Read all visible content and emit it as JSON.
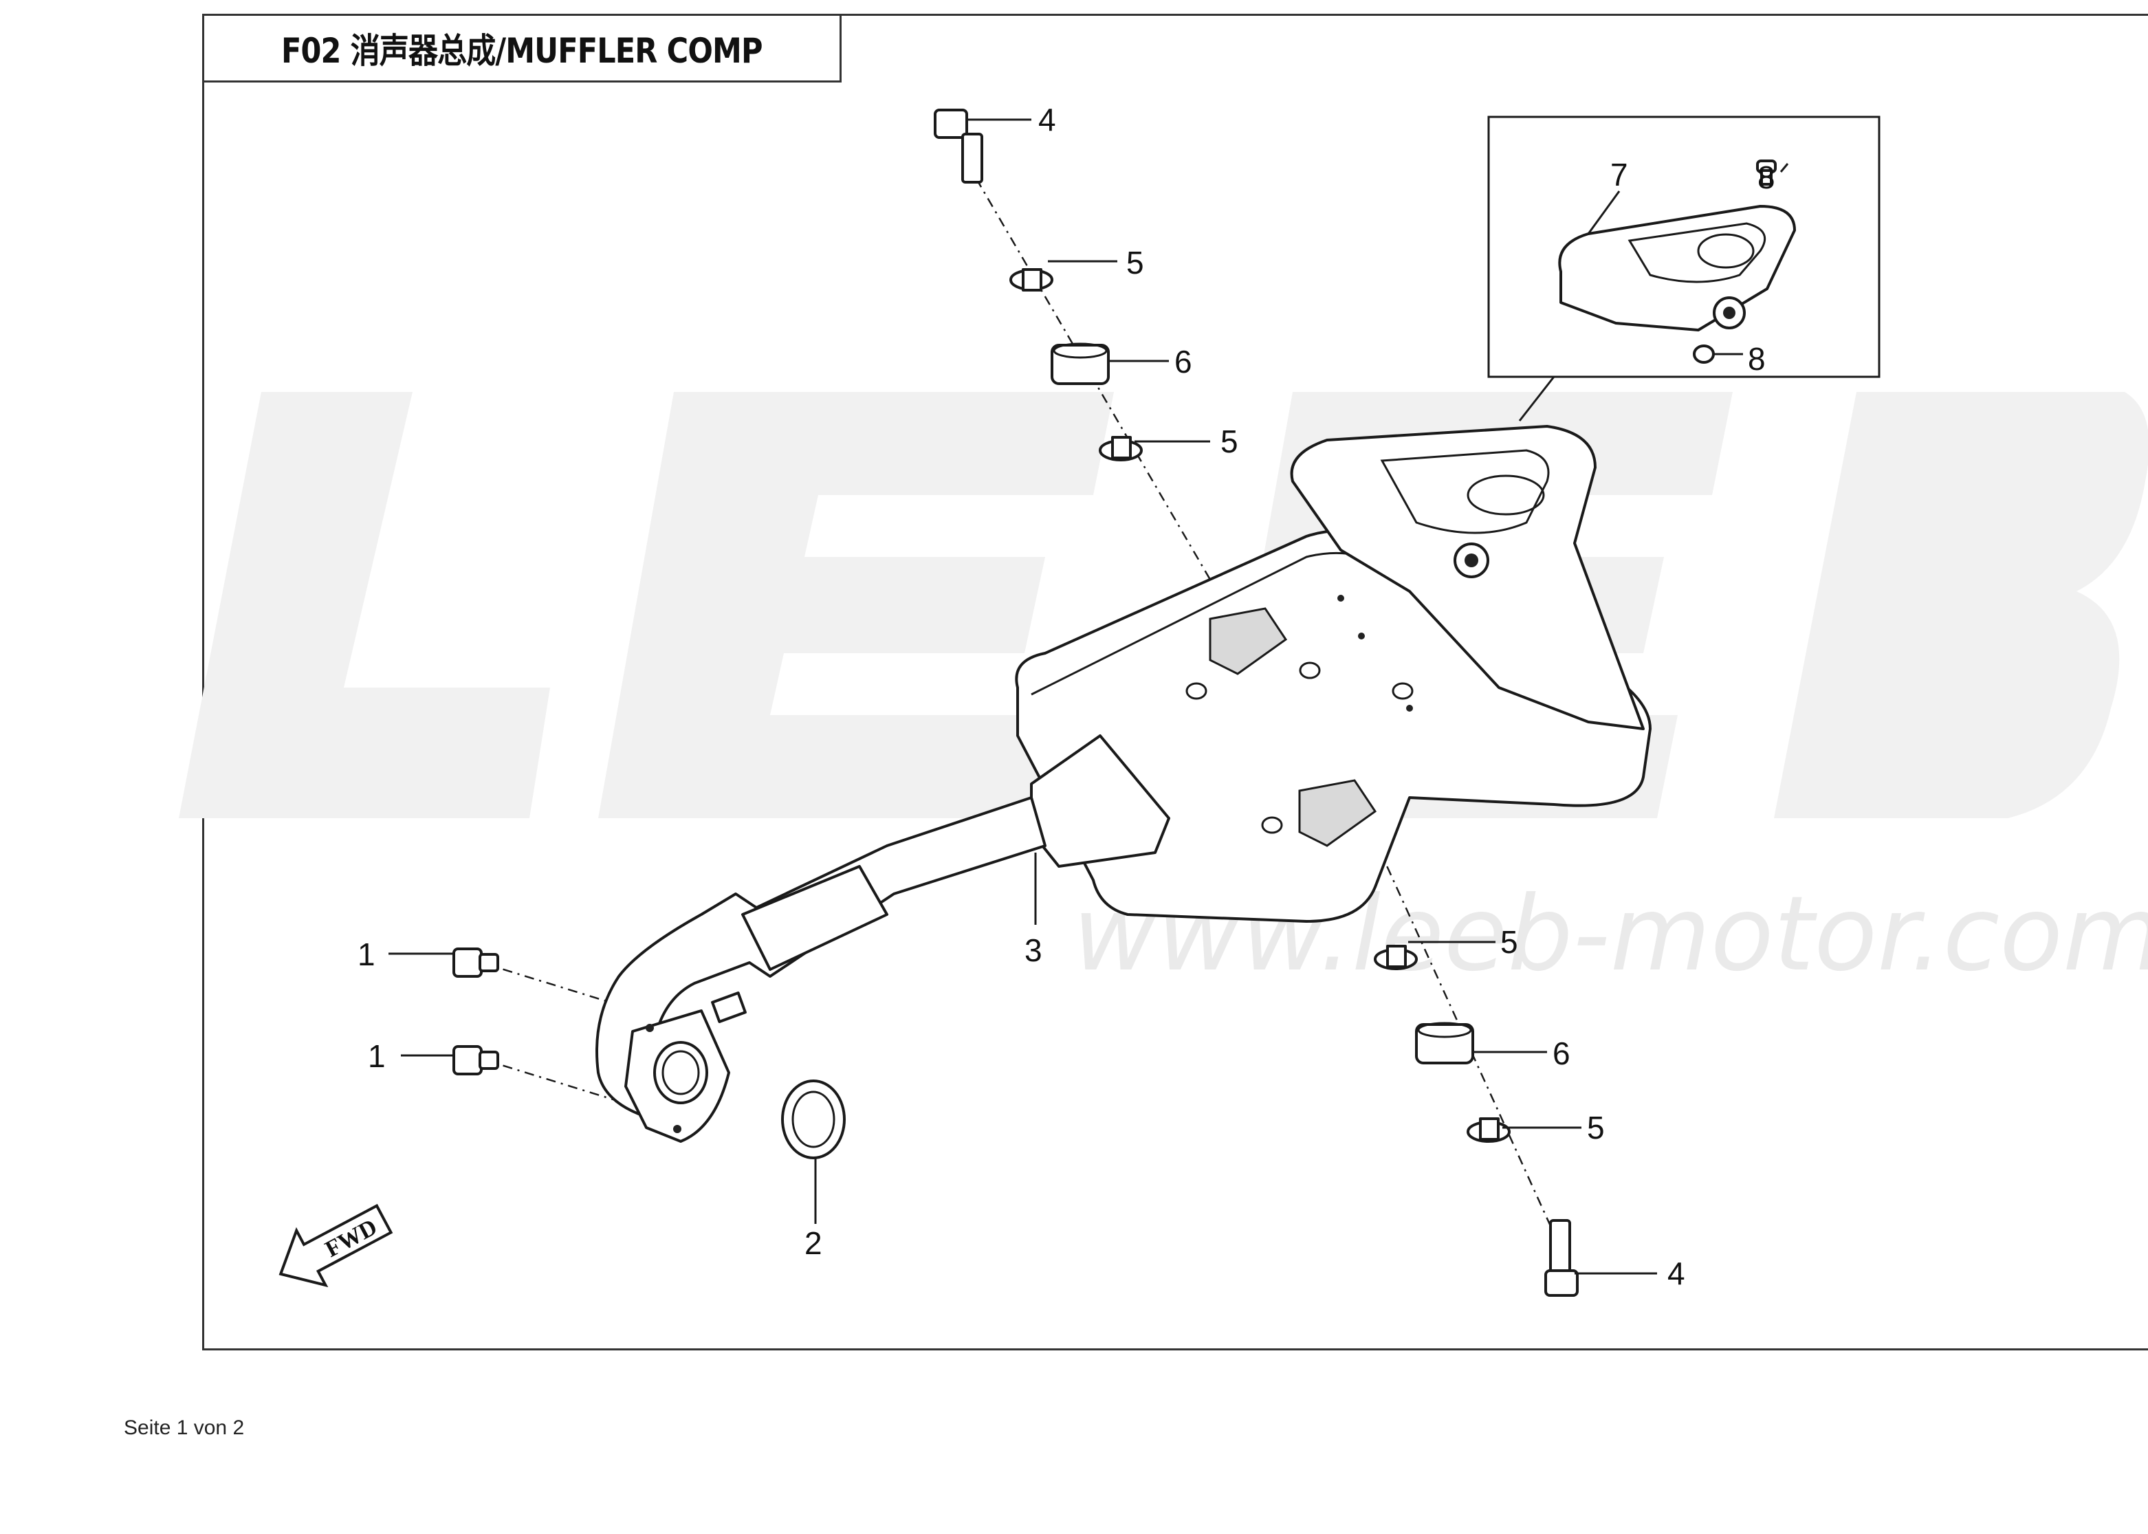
{
  "title": "F02 消声器总成/MUFFLER COMP",
  "footer": "Seite 1 von 2",
  "watermark": {
    "url": "www.leeb-motor.com",
    "brand_letters": [
      "L",
      "E",
      "E",
      "B"
    ]
  },
  "direction_arrow": "FWD",
  "callouts": {
    "screw_upper": "1",
    "screw_lower": "1",
    "gasket": "2",
    "muffler": "3",
    "bolt_top": "4",
    "bolt_bottom": "4",
    "collar_top_1": "5",
    "collar_top_2": "5",
    "collar_bottom_1": "5",
    "collar_bottom_2": "5",
    "bushing_top": "6",
    "bushing_bottom": "6",
    "end_cover": "7",
    "cover_screw_top": "8",
    "cover_screw_bottom": "8"
  }
}
